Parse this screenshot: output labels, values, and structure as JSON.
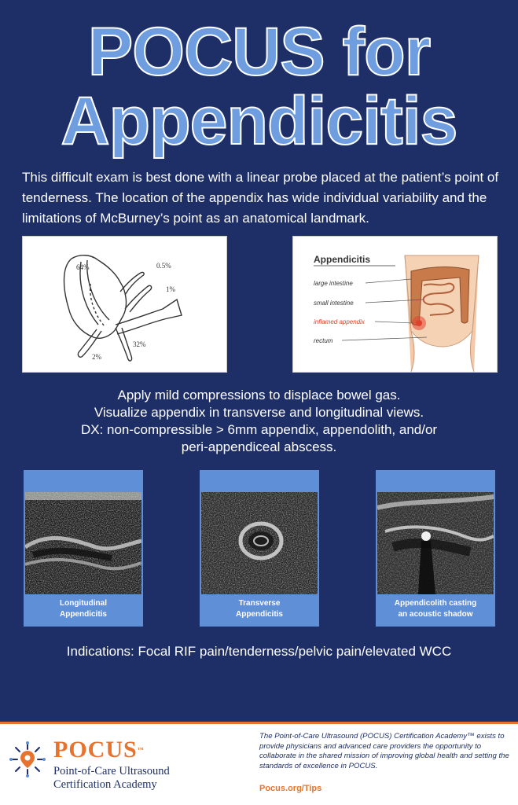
{
  "title": {
    "line1": "POCUS for",
    "line2": "Appendicitis"
  },
  "intro": "This difficult exam is best done with a linear probe placed at the patient’s point of tenderness. The location of the appendix has wide individual variability and the limitations of McBurney’s point as an anatomical landmark.",
  "diagram_left": {
    "labels": [
      "64%",
      "0.5%",
      "1%",
      "32%",
      "2%"
    ]
  },
  "diagram_right": {
    "heading": "Appendicitis",
    "labels": [
      "large intestine",
      "small intestine",
      "inflamed appendix",
      "rectum"
    ],
    "highlight_color": "#e0412e"
  },
  "instructions": [
    "Apply mild compressions to displace bowel gas.",
    "Visualize appendix in transverse and longitudinal views.",
    "DX: non-compressible > 6mm appendix, appendolith, and/or",
    "peri-appendiceal abscess."
  ],
  "ultrasound": [
    {
      "caption1": "Longitudinal",
      "caption2": "Appendicitis"
    },
    {
      "caption1": "Transverse",
      "caption2": "Appendicitis"
    },
    {
      "caption1": "Appendicolith casting",
      "caption2": "an acoustic shadow"
    }
  ],
  "indications": "Indications: Focal RIF pain/tenderness/pelvic pain/elevated WCC",
  "footer": {
    "brand": "POCUS",
    "brand_tm": "™",
    "brand_sub1": "Point-of-Care Ultrasound",
    "brand_sub2": "Certification Academy",
    "description": "The Point-of-Care Ultrasound (POCUS) Certification Academy™ exists to provide physicians and advanced care providers the opportunity to collaborate in the shared mission of improving global health and setting the standards of excellence in POCUS.",
    "link": "Pocus.org/Tips"
  },
  "colors": {
    "background": "#1e2f68",
    "accent": "#e8732e",
    "title_fill": "#6f9ee0",
    "card": "#5f8fd6"
  }
}
